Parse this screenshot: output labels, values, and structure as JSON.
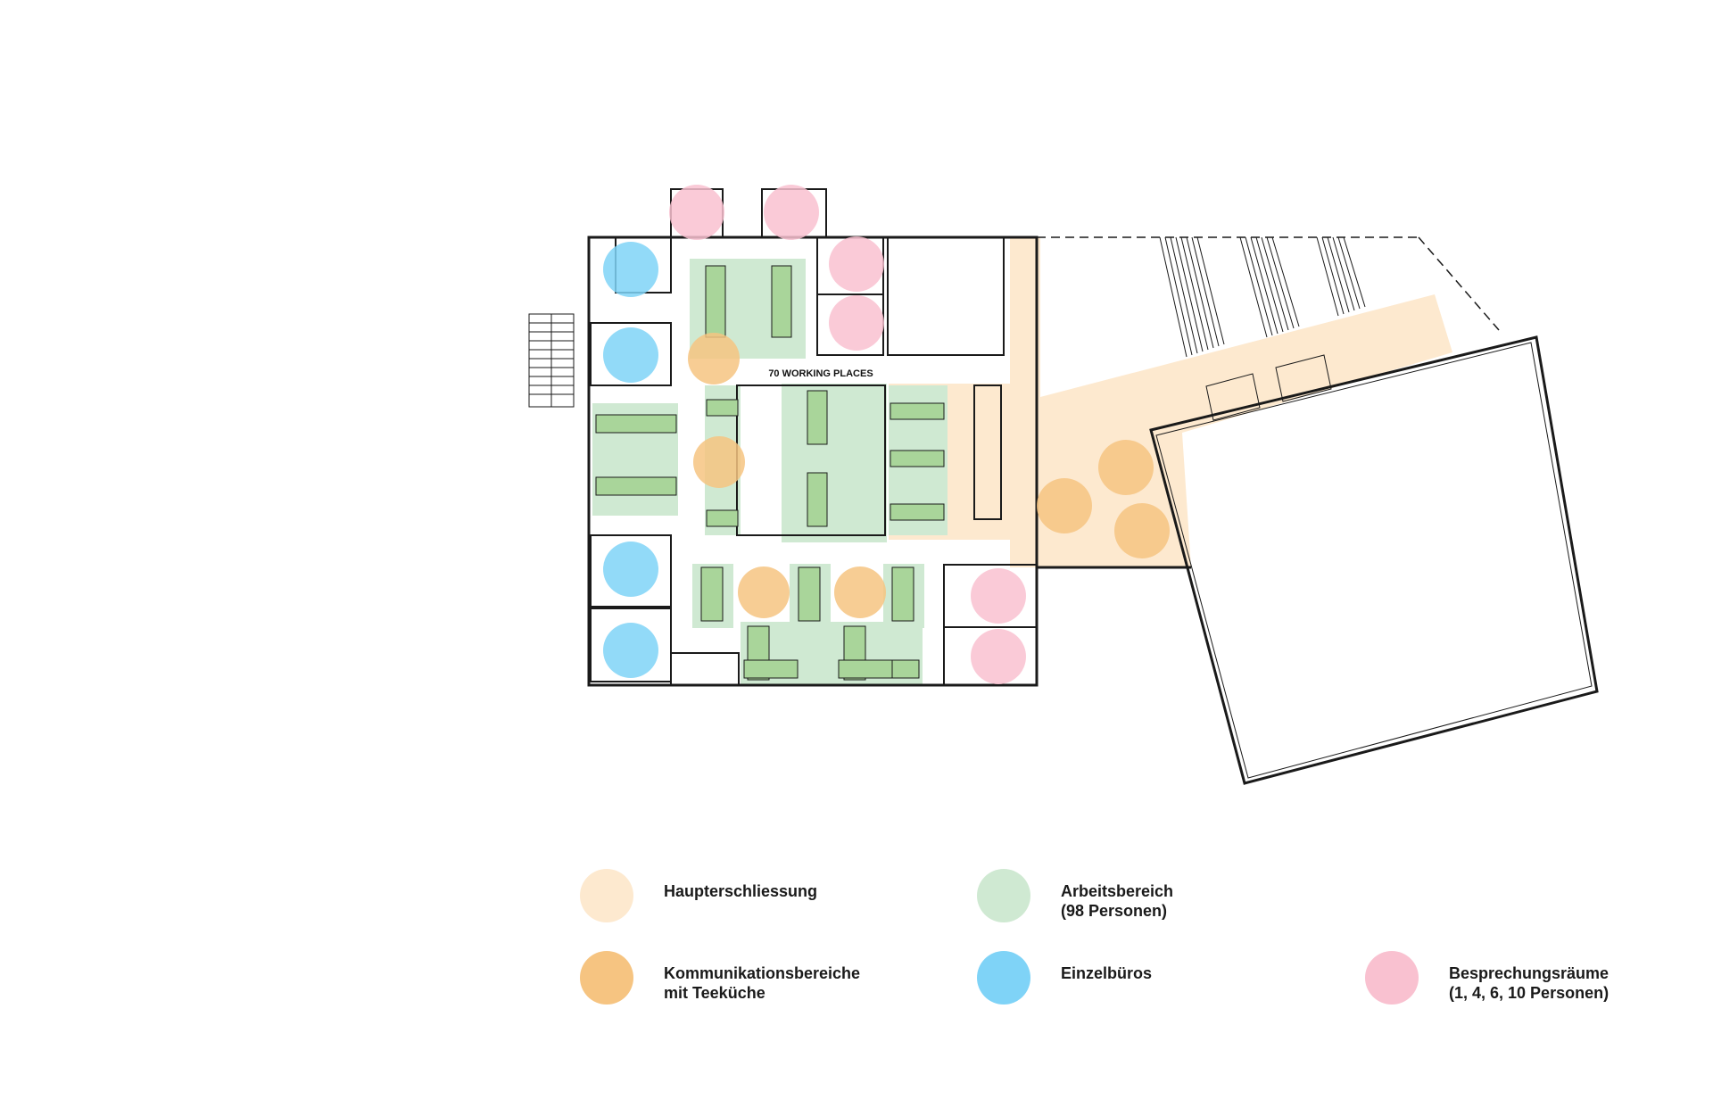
{
  "plan": {
    "label": "70 WORKING PLACES"
  },
  "colors": {
    "circulation": "#fde9cf",
    "work": "#cfe9d2",
    "communication": "#f6c481",
    "office": "#7fd3f7",
    "meeting": "#f9c1d0",
    "line": "#1a1a1a",
    "desk": "#a9d59a",
    "desk_edge": "#c6df49"
  },
  "legend": [
    {
      "id": "haupterschliessung",
      "label": "Haupterschliessung",
      "color": "#fde9cf"
    },
    {
      "id": "arbeitsbereich",
      "label": "Arbeitsbereich\n(98 Personen)",
      "color": "#cfe9d2"
    },
    {
      "id": "kommunikation",
      "label": "Kommunikationsbereiche\nmit Teeküche",
      "color": "#f6c481"
    },
    {
      "id": "einzelbueros",
      "label": "Einzelbüros",
      "color": "#7fd3f7"
    },
    {
      "id": "besprechung",
      "label": "Besprechungsräume\n(1, 4, 6, 10 Personen)",
      "color": "#f9c1d0"
    }
  ]
}
